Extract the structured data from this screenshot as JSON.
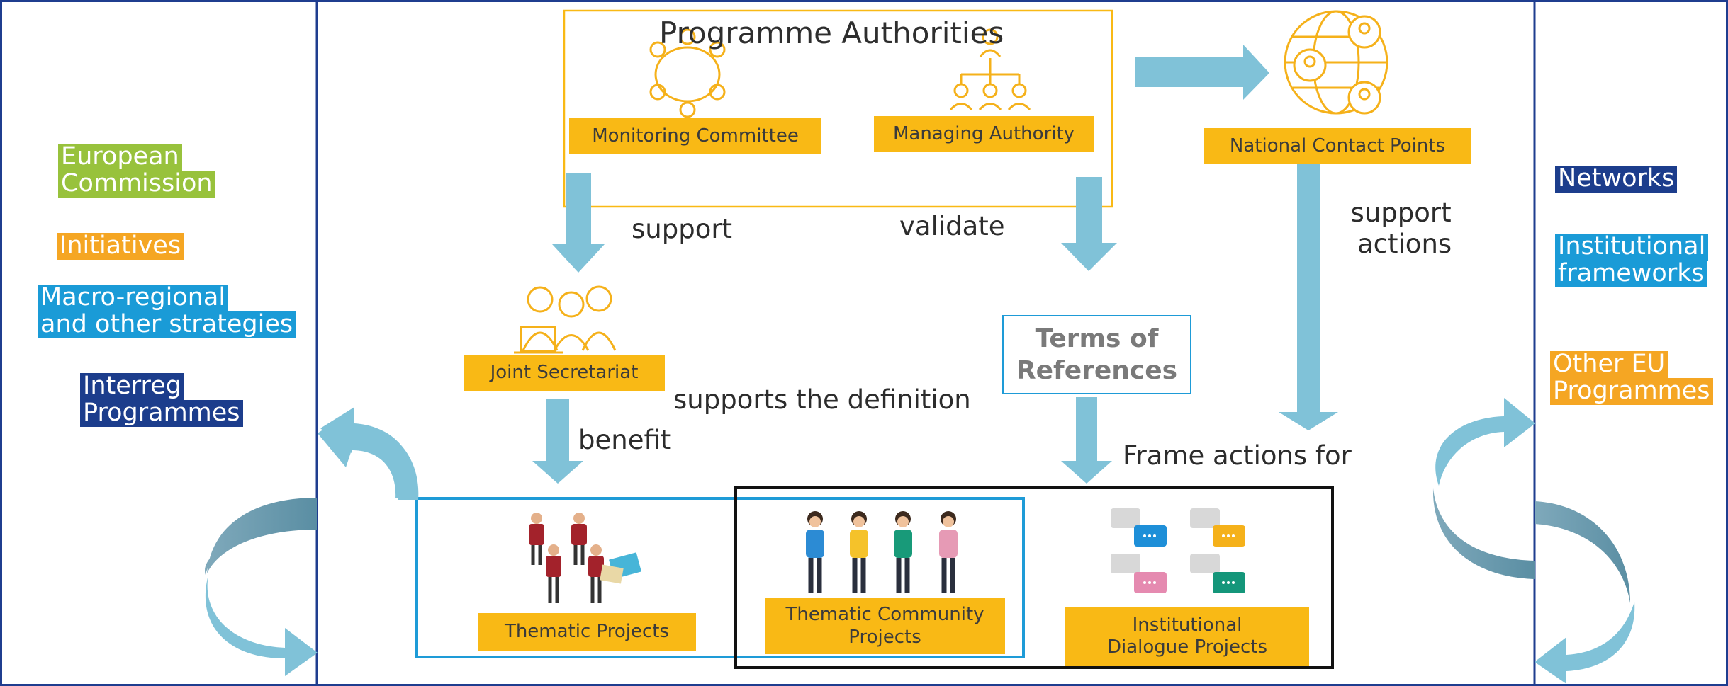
{
  "colors": {
    "navy": "#1f3d8f",
    "yellow": "#f9b915",
    "arrow_light": "#80c2d8",
    "arrow_dark": "#5f93a8",
    "green": "#98c23c",
    "orange": "#f5a623",
    "blue": "#1a9bd7",
    "dark_blue": "#1c3d8c",
    "box_blue": "#1e9bd7",
    "black": "#111111"
  },
  "title": "Programme Authorities",
  "authorities": {
    "monitoring": "Monitoring Committee",
    "managing": "Managing Authority",
    "ncp": "National Contact Points",
    "js": "Joint Secretariat"
  },
  "arrow_labels": {
    "support": "support",
    "validate": "validate",
    "support_actions_1": "support",
    "support_actions_2": "actions",
    "supports_definition": "supports the definition",
    "benefit": "benefit",
    "frame_actions": "Frame actions for"
  },
  "terms_of_references": {
    "line1": "Terms of",
    "line2": "References"
  },
  "projects": {
    "thematic": "Thematic Projects",
    "community_1": "Thematic Community",
    "community_2": "Projects",
    "dialogue_1": "Institutional",
    "dialogue_2": "Dialogue Projects"
  },
  "left_tags": {
    "ec_1": "European",
    "ec_2": "Commission",
    "initiatives": "Initiatives",
    "macro_1": "Macro-regional",
    "macro_2": "and other strategies",
    "interreg_1": "Interreg",
    "interreg_2": "Programmes"
  },
  "right_tags": {
    "networks": "Networks",
    "inst_1": "Institutional",
    "inst_2": "frameworks",
    "other_1": "Other EU",
    "other_2": "Programmes"
  },
  "icons": {
    "committee": "meeting-table-icon",
    "managing": "org-chart-icon",
    "ncp": "globe-people-icon",
    "js": "team-laptop-icon",
    "thematic": "workers-group-icon",
    "community": "people-row-icon",
    "dialogue": "chat-bubbles-icon"
  }
}
